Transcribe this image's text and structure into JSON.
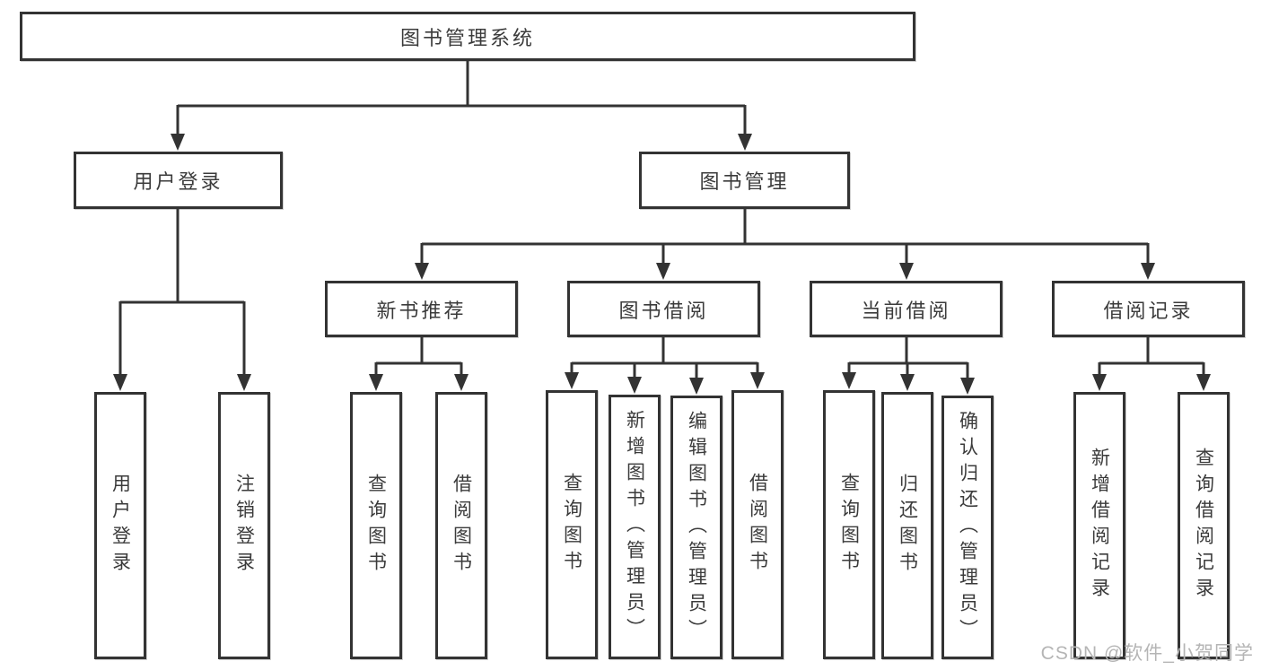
{
  "diagram_title": "图书管理系统",
  "boxes": {
    "root": "图书管理系统",
    "l2": [
      "用户登录",
      "图书管理"
    ],
    "l3": [
      "新书推荐",
      "图书借阅",
      "当前借阅",
      "借阅记录"
    ],
    "l4_user": [
      "用户登录",
      "注销登录"
    ],
    "l4_newbook": [
      "查询图书",
      "借阅图书"
    ],
    "l4_borrow": [
      "查询图书",
      "新增图书（管理员）",
      "编辑图书（管理员）",
      "借阅图书"
    ],
    "l4_current": [
      "查询图书",
      "归还图书",
      "确认归还（管理员）"
    ],
    "l4_record": [
      "新增借阅记录",
      "查询借阅记录"
    ]
  },
  "watermark": "CSDN @软件_小贺同学",
  "colors": {
    "line": "#333333",
    "text": "#3b3b3b",
    "background": "#ffffff",
    "watermark": "#b5b5b5"
  }
}
